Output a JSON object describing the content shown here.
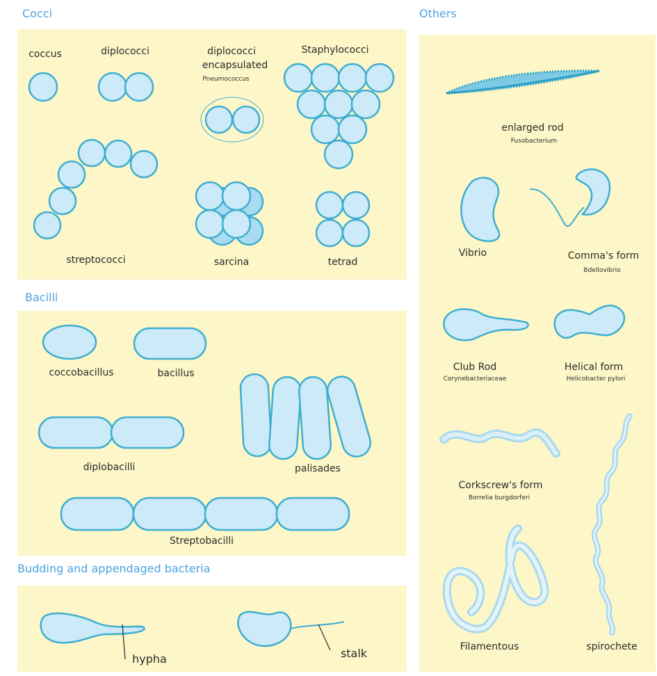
{
  "sections": {
    "cocci": "Cocci",
    "bacilli": "Bacilli",
    "budding": "Budding and appendaged bacteria",
    "others": "Others"
  },
  "labels": {
    "coccus": "coccus",
    "diplococci": "diplococci",
    "diplococci_enc_1": "diplococci",
    "diplococci_enc_2": "encapsulated",
    "pneumococcus": "Pneumococcus",
    "staphylococci": "Staphylococci",
    "streptococci": "streptococci",
    "sarcina": "sarcina",
    "tetrad": "tetrad",
    "coccobacillus": "coccobacillus",
    "bacillus": "bacillus",
    "diplobacilli": "diplobacilli",
    "palisades": "palisades",
    "streptobacilli": "Streptobacilli",
    "hypha": "hypha",
    "stalk": "stalk",
    "enlarged_rod": "enlarged rod",
    "fusobacterium": "Fusobacterium",
    "vibrio": "Vibrio",
    "commas_form": "Comma's form",
    "bdellovibrio": "Bdellovibrio",
    "club_rod": "Club Rod",
    "corynebacteriaceae": "Corynebacteriaceae",
    "helical_form": "Helical form",
    "helicobacter": "Helicobacter pylori",
    "corkscrew": "Corkscrew's form",
    "borrelia": "Borrelia burgdorferi",
    "filamentous": "Filamentous",
    "spirochete": "spirochete"
  },
  "colors": {
    "panel": "#fdf6c8",
    "heading": "#4aa3df",
    "cell_fill": "#cdeaf8",
    "cell_stroke": "#3eaed0"
  }
}
